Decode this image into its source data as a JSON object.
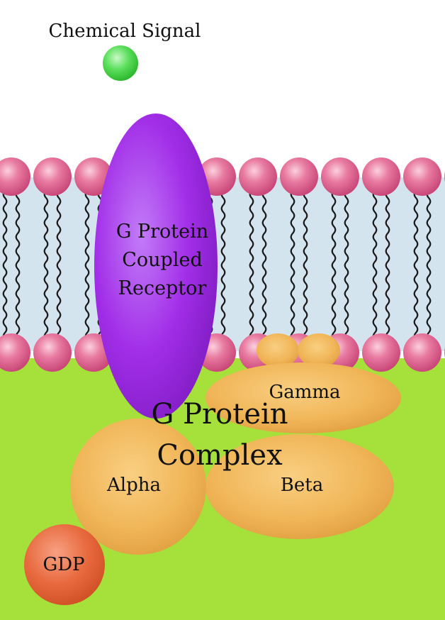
{
  "diagram": {
    "chemical_signal": "Chemical Signal",
    "receptor": [
      "G Protein",
      "Coupled",
      "Receptor"
    ],
    "complex": [
      "G Protein",
      "Complex"
    ],
    "alpha": "Alpha",
    "beta": "Beta",
    "gamma": "Gamma",
    "gdp": "GDP"
  },
  "colors": {
    "cytoplasm": "#a6e03a",
    "membrane_core": "#d4e4ef",
    "phospholipid_head": "#e8739a",
    "receptor": "#a22ee8",
    "subunit": "#f0b557",
    "signal": "#5ee05e",
    "gdp": "#e86a3e"
  }
}
